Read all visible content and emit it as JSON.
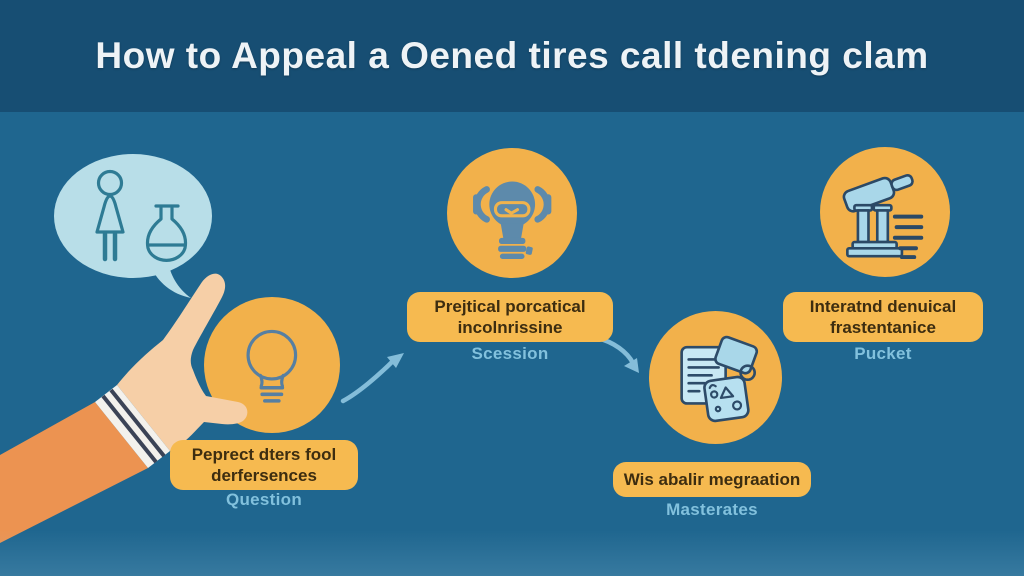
{
  "title": "How to Appeal a Oened tires call tdening clam",
  "colors": {
    "header_bg": "#174e73",
    "body_bg": "#1f668f",
    "circle_yellow": "#f2b14b",
    "label_bg": "#f6ba50",
    "label_text": "#3d2d10",
    "caption_text": "#82c1dd",
    "arrow": "#84bdd9",
    "speech_bubble": "#b8dee8",
    "sleeve_orange": "#ec9351",
    "hand_skin": "#f6cfa7"
  },
  "speech_bubble": {
    "icons": [
      "person-icon",
      "flask-icon"
    ]
  },
  "steps": [
    {
      "name": "question",
      "icon": "lightbulb-icon",
      "label": [
        "Peprect dters fool",
        "derfersences"
      ],
      "caption": "Question"
    },
    {
      "name": "scession",
      "icon": "robot-bulb-icon",
      "label": [
        "Prejtical porcatical",
        "incolnrissine"
      ],
      "caption": "Scession"
    },
    {
      "name": "masterates",
      "icon": "documents-icon",
      "label": [
        "Wis abalir megraation"
      ],
      "caption": "Masterates"
    },
    {
      "name": "pucket",
      "icon": "telescope-icon",
      "label": [
        "Interatnd denuical",
        "frastentanice"
      ],
      "caption": "Pucket"
    }
  ],
  "arrows": [
    "question-to-scession",
    "scession-to-masterates"
  ]
}
